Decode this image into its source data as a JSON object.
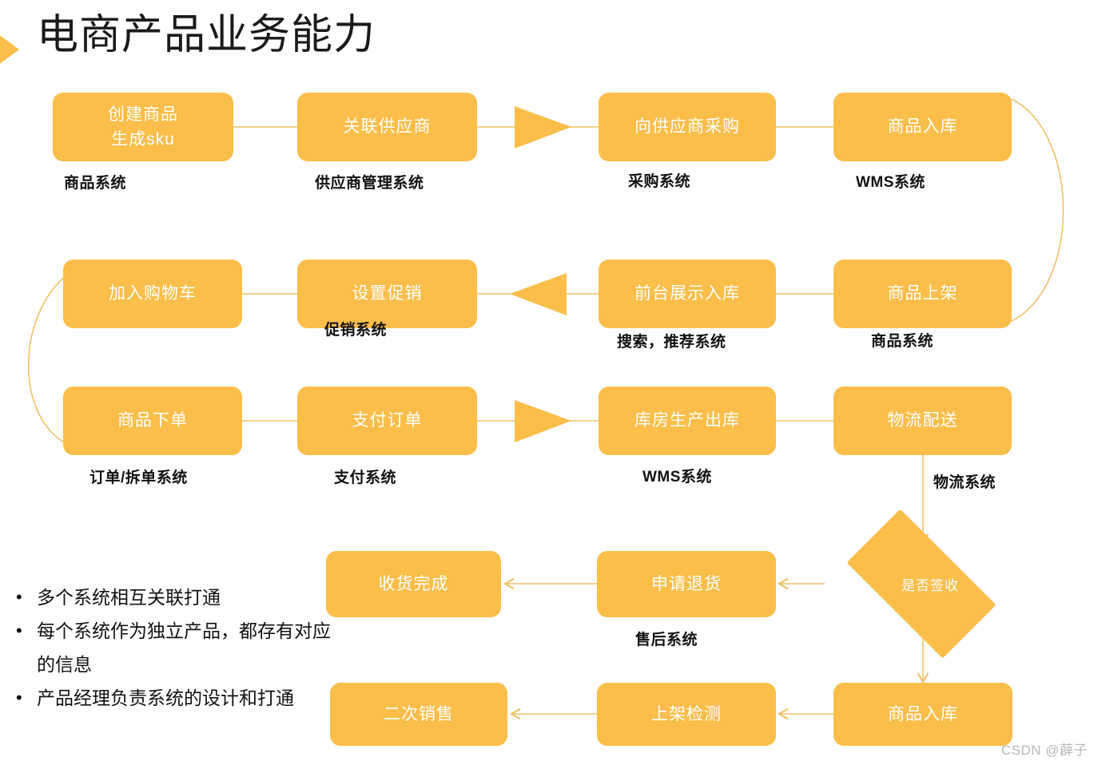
{
  "title": "电商产品业务能力",
  "colors": {
    "node_fill": "#FBBE4A",
    "node_text": "#FFFFFF",
    "connector": "#F0C066",
    "caption_text": "#111111",
    "background": "#FFFFFF",
    "watermark_text": "#B9B9B9"
  },
  "nodes": {
    "n1": {
      "label": "创建商品\n生成sku",
      "line1": "创建商品",
      "line2": "生成sku"
    },
    "n2": {
      "label": "关联供应商"
    },
    "n3": {
      "label": "向供应商采购"
    },
    "n4": {
      "label": "商品入库"
    },
    "n5": {
      "label": "商品上架"
    },
    "n6": {
      "label": "前台展示入库"
    },
    "n7": {
      "label": "设置促销"
    },
    "n8": {
      "label": "加入购物车"
    },
    "n9": {
      "label": "商品下单"
    },
    "n10": {
      "label": "支付订单"
    },
    "n11": {
      "label": "库房生产出库"
    },
    "n12": {
      "label": "物流配送"
    },
    "n13": {
      "label": "是否签收",
      "shape": "diamond"
    },
    "n14": {
      "label": "申请退货"
    },
    "n15": {
      "label": "收货完成"
    },
    "n16": {
      "label": "商品入库"
    },
    "n17": {
      "label": "上架检测"
    },
    "n18": {
      "label": "二次销售"
    }
  },
  "captions": {
    "c1": "商品系统",
    "c2": "供应商管理系统",
    "c3": "采购系统",
    "c4": "WMS系统",
    "c5": "商品系统",
    "c6": "搜索，推荐系统",
    "c7": "促销系统",
    "c8": "订单/拆单系统",
    "c9": "支付系统",
    "c10": "WMS系统",
    "c11": "物流系统",
    "c12": "售后系统"
  },
  "bullets": [
    "多个系统相互关联打通",
    "每个系统作为独立产品，都存有对应的信息",
    "产品经理负责系统的设计和打通"
  ],
  "watermark": "CSDN @薜子"
}
